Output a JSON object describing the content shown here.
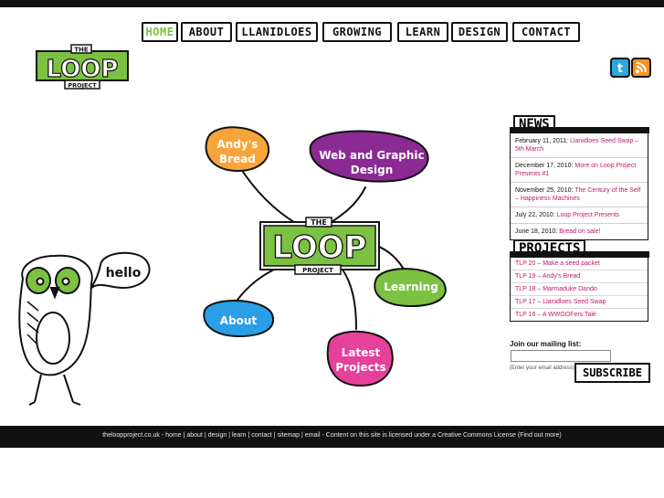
{
  "nav": {
    "items": [
      "HOME",
      "ABOUT",
      "LLANIDLOES",
      "GROWING",
      "LEARN",
      "DESIGN",
      "CONTACT"
    ]
  },
  "logo": {
    "top": "THE",
    "main": "LOOP",
    "bottom": "PROJECT"
  },
  "social": {
    "twitter_icon": "twitter-icon",
    "rss_icon": "rss-icon"
  },
  "map": {
    "andys_bread": [
      "Andy's",
      "Bread"
    ],
    "web_design": [
      "Web and Graphic",
      "Design"
    ],
    "learning": "Learning",
    "about": "About",
    "latest": [
      "Latest",
      "Projects"
    ],
    "hello": "hello",
    "center_top": "THE",
    "center_main": "LOOP",
    "center_bottom": "PROJECT"
  },
  "news": {
    "title": "NEWS",
    "items": [
      {
        "date": "February 11, 2011:",
        "link": "Llanidloes Seed Swap – 5th March"
      },
      {
        "date": "December 17, 2010:",
        "link": "More on Loop Project Presents #1"
      },
      {
        "date": "November 25, 2010:",
        "link": "The Century of the Self – Happiness Machines"
      },
      {
        "date": "July 22, 2010:",
        "link": "Loop Project Presents"
      },
      {
        "date": "June 18, 2010:",
        "link": "Bread on sale!"
      }
    ]
  },
  "projects": {
    "title": "PROJECTS",
    "items": [
      "TLP 20 – Make a seed packet",
      "TLP 19 – Andy's Bread",
      "TLP 18 – Marmaduke Dando",
      "TLP 17 – Llanidloes Seed Swap",
      "TLP 16 – A WWOOFers Tale"
    ]
  },
  "mailing": {
    "label": "Join our mailing list:",
    "hint": "(Enter your email address)",
    "button": "SUBSCRIBE"
  },
  "footer": {
    "site": "theloopproject.co.uk",
    "links": [
      "home",
      "about",
      "design",
      "learn",
      "contact",
      "sitemap",
      "email"
    ],
    "license": "Content on this site is licensed under a Creative Commons License",
    "find_out": "(Find out more)"
  },
  "colors": {
    "green": "#7cc142",
    "orange": "#f7a43a",
    "purple": "#8b2a93",
    "blue": "#2a9ee6",
    "pink": "#e5409a",
    "link": "#c0196b"
  }
}
